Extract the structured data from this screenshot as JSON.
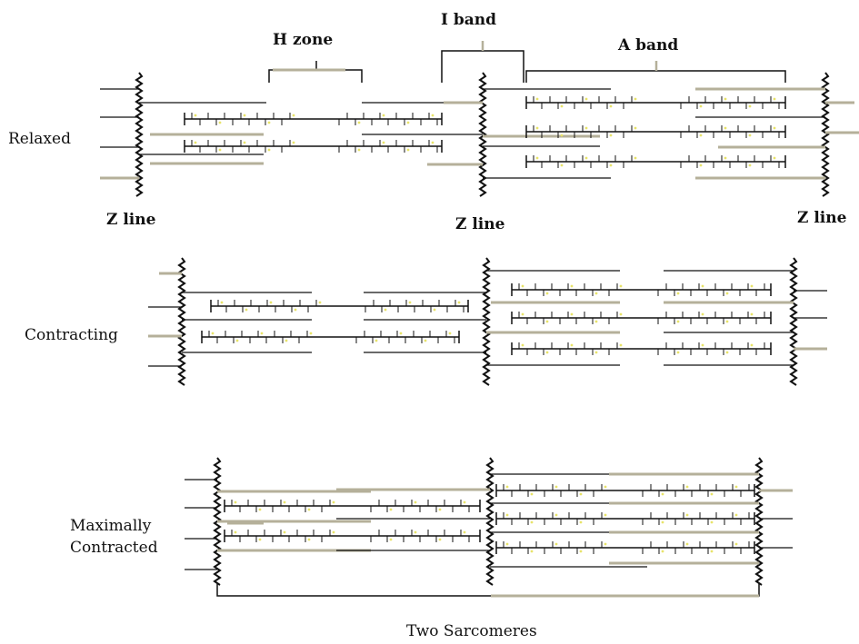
{
  "labels": {
    "h_zone": "H zone",
    "i_band": "I band",
    "a_band": "A band",
    "z_line": "Z line",
    "relaxed": "Relaxed",
    "contracting": "Contracting",
    "maximally": "Maximally",
    "contracted": "Contracted",
    "two_sarcomeres": "Two Sarcomeres"
  },
  "colors": {
    "thick_filament": "#111111",
    "thin_filament": "#111111",
    "actin_overlay": "#b5b09a",
    "myosin_head_dot": "#e8e36a",
    "z_line": "#111111"
  }
}
